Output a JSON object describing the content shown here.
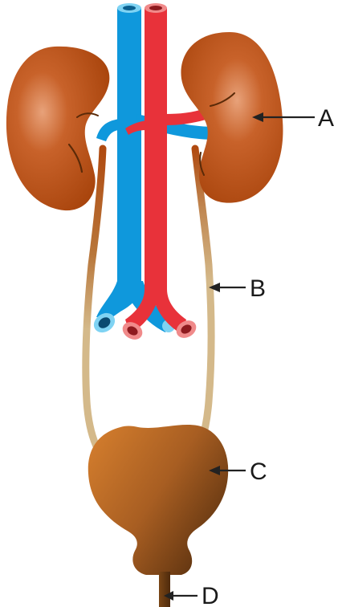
{
  "labels": {
    "a": "A",
    "b": "B",
    "c": "C",
    "d": "D"
  },
  "structures": {
    "kidneys": "kidney-pair",
    "ureters": "ureter-pair",
    "bladder": "urinary-bladder",
    "urethra": "urethra",
    "vein": "inferior-vena-cava",
    "artery": "abdominal-aorta"
  },
  "colors": {
    "kidney": "#b8500f",
    "kidney_highlight": "#e8a27a",
    "vein": "#0f98dc",
    "vein_rim": "#7fd3f3",
    "artery": "#e8323a",
    "artery_rim": "#f08a8a",
    "ureter": "#d4b98a",
    "bladder_light": "#c8752a",
    "bladder_dark": "#5a3210",
    "background": "#ffffff"
  }
}
